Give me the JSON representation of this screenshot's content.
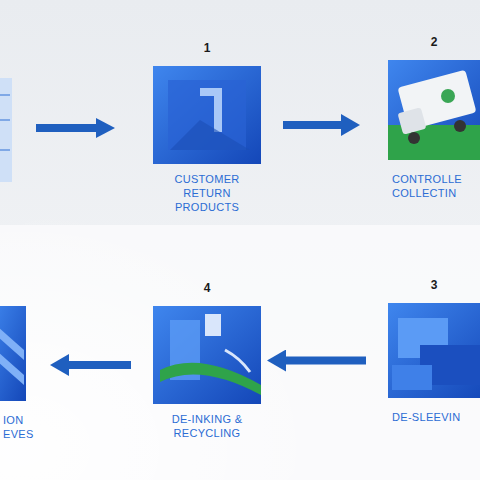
{
  "diagram": {
    "nodes": [
      {
        "text": [
          "1",
          "CUSTOMER RETURN PRODUCTS"
        ]
      },
      {
        "text": [
          "2",
          "CONTROLLE COLLECTIN"
        ]
      },
      {
        "text": [
          "3",
          "DE-SLEEVIN"
        ]
      },
      {
        "text": [
          "4",
          "DE-INKING & RECYCLING"
        ]
      },
      {
        "text": [
          "ION EVES"
        ]
      }
    ],
    "edges": [
      {
        "from": 0,
        "to": 1,
        "arrow": "to"
      },
      {
        "from": 2,
        "to": 3,
        "arrow": "to"
      },
      {
        "from": 3,
        "to": 4,
        "arrow": "to"
      }
    ]
  }
}
